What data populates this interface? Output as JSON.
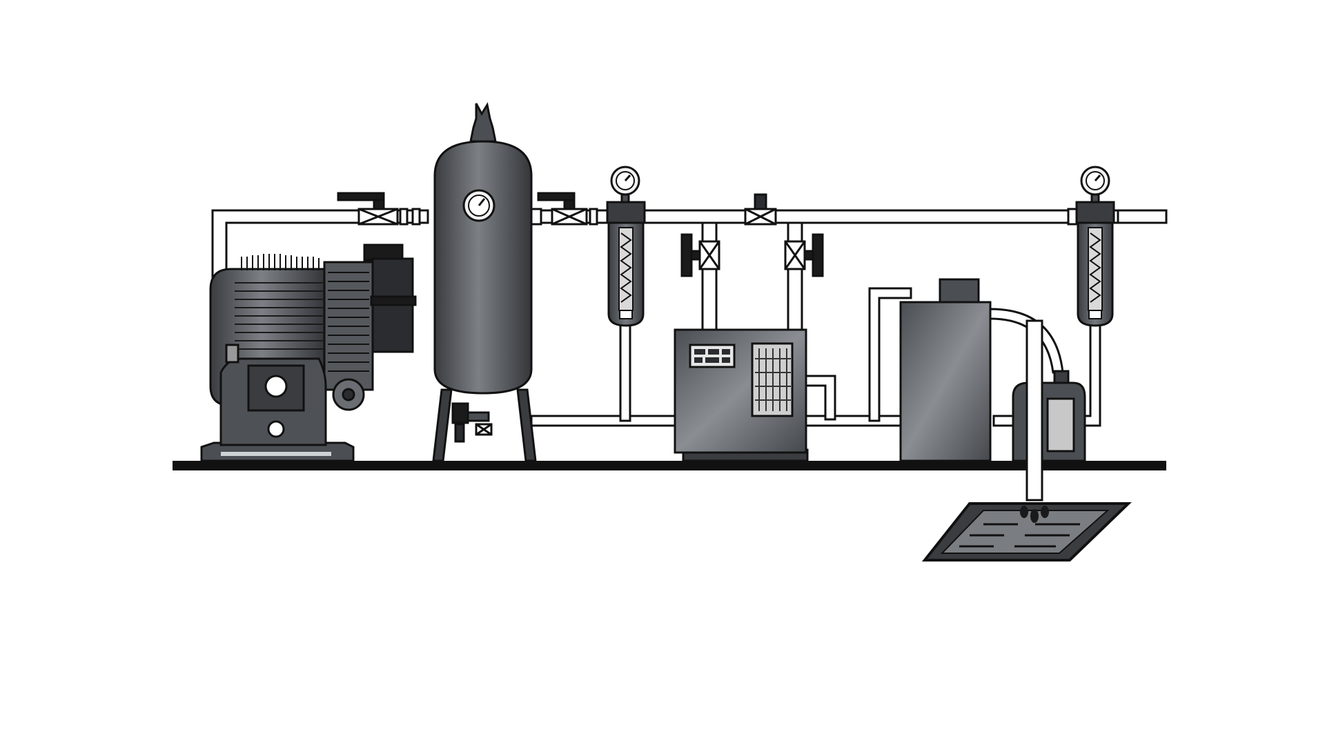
{
  "diagram": {
    "components": [
      {
        "id": "compressor",
        "name": "air-compressor"
      },
      {
        "id": "receiver",
        "name": "air-receiver-tank"
      },
      {
        "id": "filter1",
        "name": "line-filter"
      },
      {
        "id": "dryer",
        "name": "refrigerated-dryer"
      },
      {
        "id": "separator",
        "name": "oil-water-separator"
      },
      {
        "id": "collector",
        "name": "condensate-collector"
      },
      {
        "id": "filter2",
        "name": "line-filter"
      },
      {
        "id": "drain",
        "name": "floor-drain"
      }
    ],
    "colors": {
      "equipment": "#5c5f63",
      "equipment_dark": "#2f3134",
      "outline": "#111111",
      "pipe_fill": "#ffffff",
      "floor": "#111111",
      "background": "#ffffff"
    }
  }
}
